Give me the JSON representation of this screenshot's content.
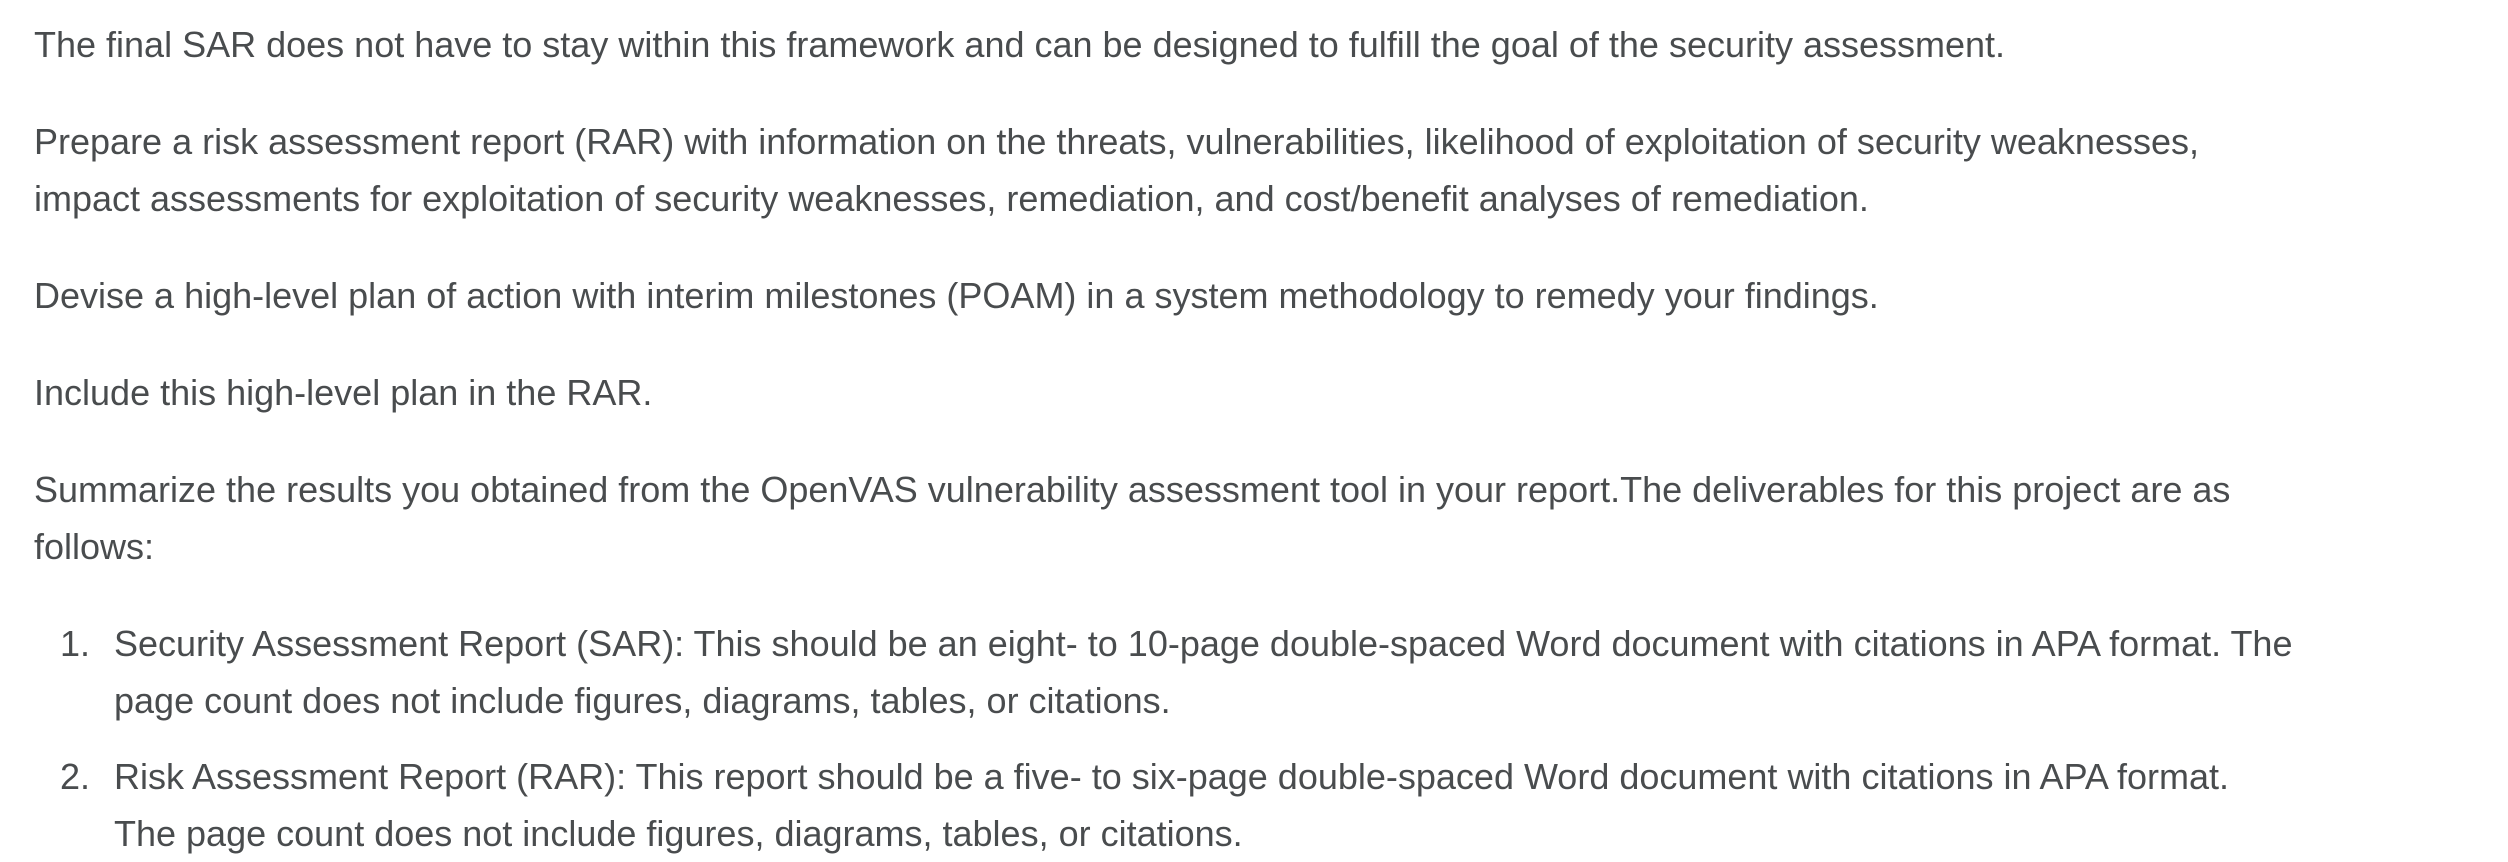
{
  "document": {
    "paragraphs": {
      "final": "The final SAR does not have to stay within this framework and can be designed to fulfill the goal of the security assessment.",
      "rar": "Prepare a risk assessment report (RAR) with information on the threats, vulnerabilities, likelihood of exploitation of security weaknesses, impact assessments for exploitation of security weaknesses, remediation, and cost/benefit analyses of remediation.",
      "poam": "Devise a high-level plan of action with interim milestones (POAM) in a system methodology to remedy your findings.",
      "include": "Include this high-level plan in the RAR.",
      "summary": "Summarize the results you obtained from the OpenVAS vulnerability assessment tool in your report.The deliverables for this project are as follows:"
    },
    "deliverables": [
      {
        "number": "1.",
        "text": "Security Assessment Report (SAR): This should be an eight- to 10-page double-spaced Word document with citations in APA format. The page count does not include figures, diagrams, tables, or citations."
      },
      {
        "number": "2.",
        "text": "Risk Assessment Report (RAR): This report should be a five- to six-page double-spaced Word document with citations in APA format. The page count does not include figures, diagrams, tables, or citations."
      }
    ]
  }
}
